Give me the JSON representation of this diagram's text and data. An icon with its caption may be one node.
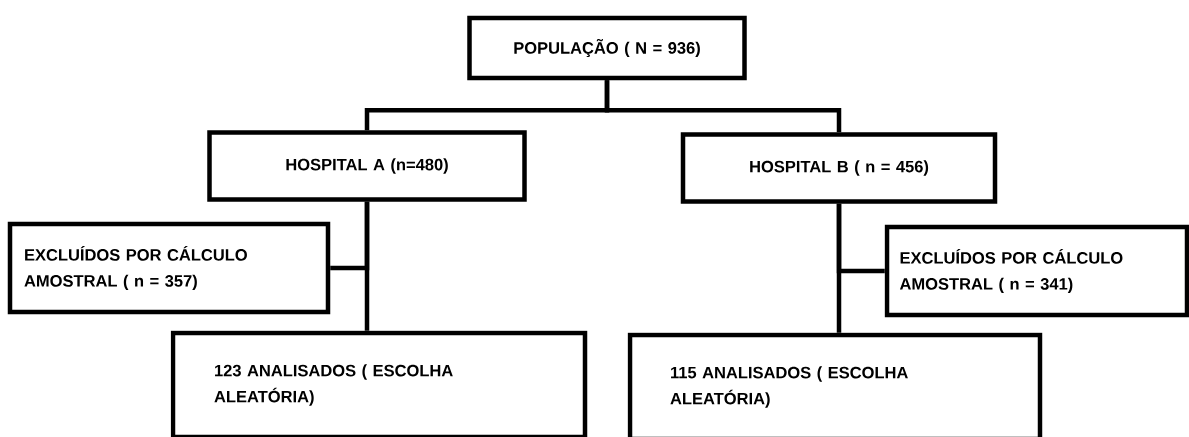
{
  "diagram": {
    "nodes": [
      {
        "text": [
          "POPULAÇÃO ( N = 936)"
        ]
      },
      {
        "text": [
          "HOSPITAL A (n=480)"
        ]
      },
      {
        "text": [
          "HOSPITAL B ( n = 456)"
        ]
      },
      {
        "text": [
          "EXCLUÍDOS POR CÁLCULO AMOSTRAL ( n = 357)"
        ]
      },
      {
        "text": [
          "EXCLUÍDOS POR CÁLCULO AMOSTRAL ( n = 341)"
        ]
      },
      {
        "text": [
          "123 ANALISADOS ( ESCOLHA ALEATÓRIA)"
        ]
      },
      {
        "text": [
          "115 ANALISADOS ( ESCOLHA ALEATÓRIA)"
        ]
      }
    ],
    "edges": [
      {
        "from": 0,
        "to": 1,
        "arrow": "none"
      },
      {
        "from": 0,
        "to": 2,
        "arrow": "none"
      },
      {
        "from": 1,
        "to": 3,
        "arrow": "none"
      },
      {
        "from": 1,
        "to": 5,
        "arrow": "none"
      },
      {
        "from": 2,
        "to": 4,
        "arrow": "none"
      },
      {
        "from": 2,
        "to": 6,
        "arrow": "none"
      }
    ]
  }
}
